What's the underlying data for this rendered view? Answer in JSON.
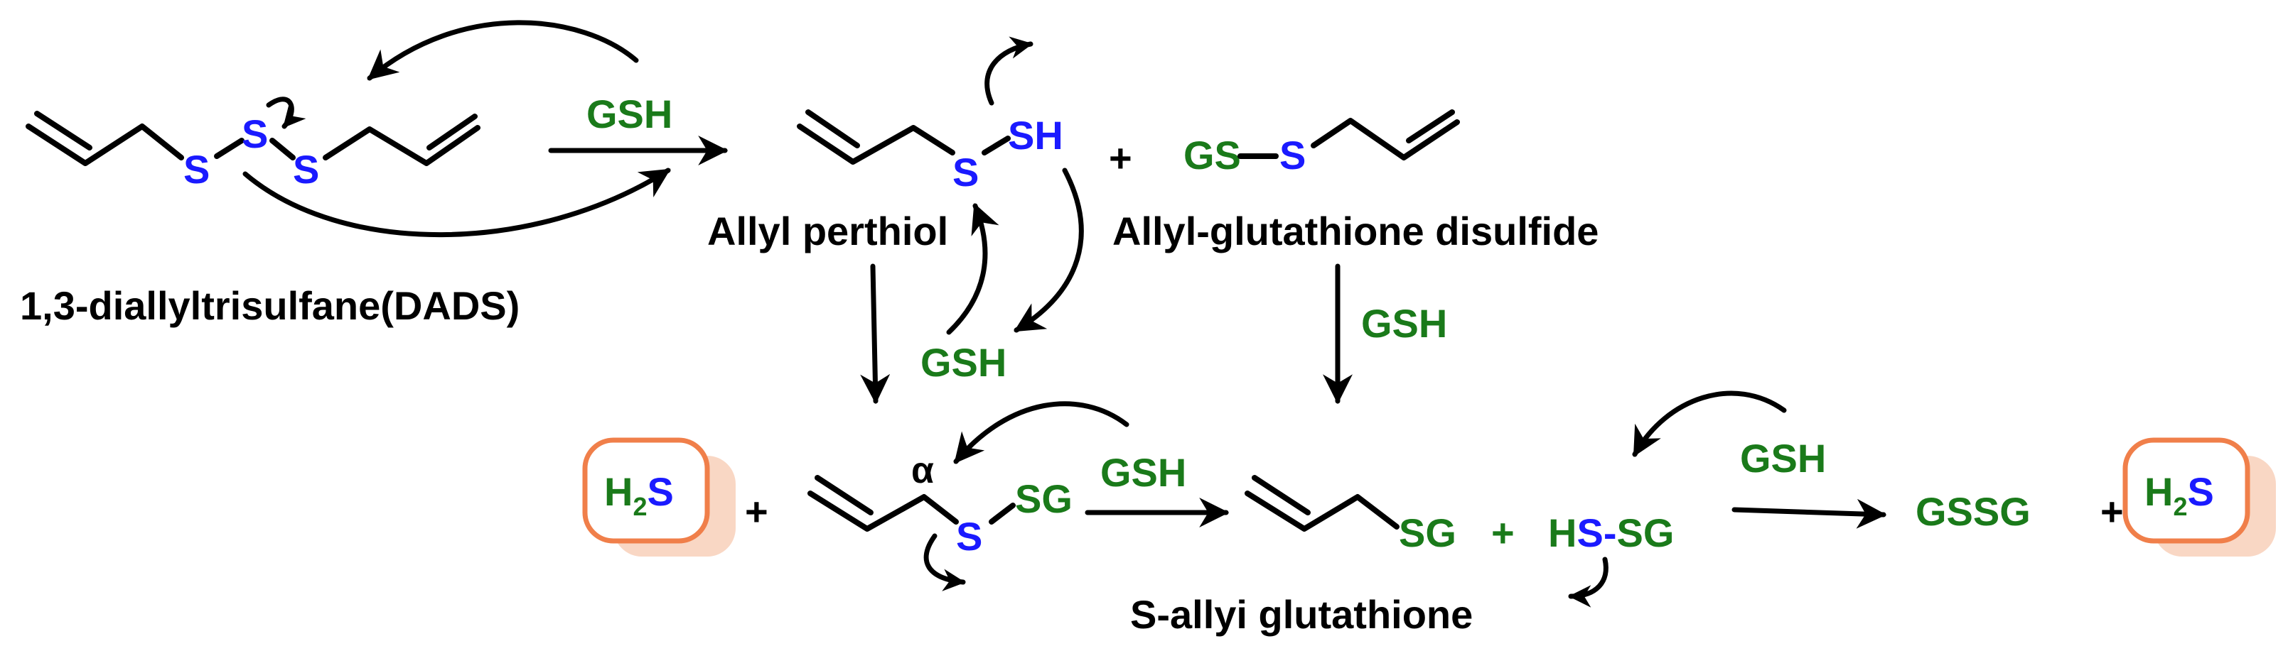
{
  "labels": {
    "dads": "1,3-diallyltrisulfane(DADS)",
    "allyl_perthiol": "Allyl perthiol",
    "allyl_glutathione_disulfide": "Allyl-glutathione disulfide",
    "s_allyl_glutathione": "S-allyi glutathione",
    "alpha": "α"
  },
  "reagents": {
    "gsh": "GSH",
    "gssg": "GSSG",
    "plus": "+"
  },
  "atoms": {
    "S": "S",
    "SH": "SH",
    "GS": "GS",
    "SG": "SG",
    "HS": "HS",
    "H": "H",
    "sub2": "2",
    "dash": "-"
  },
  "colors": {
    "reagent_green": "#1a7a1a",
    "sulfur_blue": "#1a1aff",
    "box_stroke": "#f07f4a",
    "box_shadow": "#f9d7c4"
  }
}
